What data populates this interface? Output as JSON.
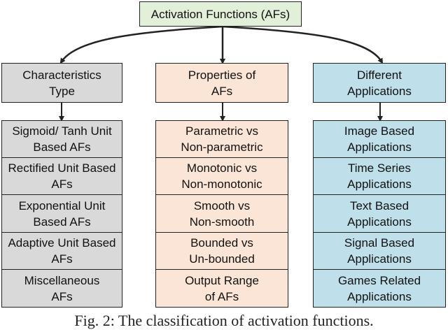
{
  "root": {
    "label": "Activation Functions (AFs)",
    "color": "#e2efd9"
  },
  "columns": [
    {
      "header": "Characteristics\nType",
      "color": "#d9d9d9",
      "items": [
        "Sigmoid/ Tanh Unit\nBased AFs",
        "Rectified Unit Based\nAFs",
        "Exponential Unit\nBased AFs",
        "Adaptive Unit Based\nAFs",
        "Miscellaneous\nAFs"
      ]
    },
    {
      "header": "Properties of\nAFs",
      "color": "#fbe5d6",
      "items": [
        "Parametric vs\nNon-parametric",
        "Monotonic vs\nNon-monotonic",
        "Smooth vs\nNon-smooth",
        "Bounded vs\nUn-bounded",
        "Output Range\nof AFs"
      ]
    },
    {
      "header": "Different\nApplications",
      "color": "#bfdfea",
      "items": [
        "Image Based\nApplications",
        "Time Series\nApplications",
        "Text Based\nApplications",
        "Signal Based\nApplications",
        "Games Related\nApplications"
      ]
    }
  ],
  "caption": "Fig. 2: The classification of activation functions."
}
